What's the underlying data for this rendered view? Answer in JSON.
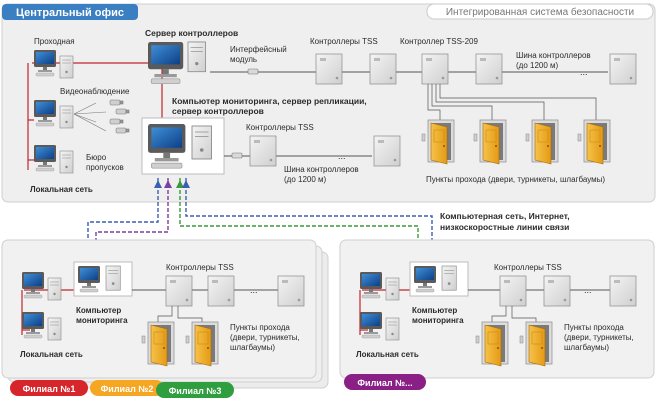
{
  "central": {
    "tab": "Центральный офис",
    "system_title": "Интегрированная система безопасности",
    "pc_checkpoint": "Проходная",
    "video": "Видеонаблюдение",
    "pass_bureau": [
      "Бюро",
      "пропусков"
    ],
    "lan": "Локальная сеть",
    "server_label": "Сервер контроллеров",
    "interface_module": [
      "Интерфейсный",
      "модуль"
    ],
    "controllers_tss": "Контроллеры TSS",
    "controller_tss209": "Контроллер TSS-209",
    "bus_top": [
      "Шина контроллеров",
      "(до 1200 м)"
    ],
    "monitor_pc": [
      "Компьютер мониторинга, сервер репликации,",
      "сервер контроллеров"
    ],
    "controllers_tss_2": "Контроллеры TSS",
    "bus_bottom": [
      "Шина контроллеров",
      "(до 1200 м)"
    ],
    "access_points": "Пункты прохода (двери, турникеты, шлагбаумы)",
    "dots": "..."
  },
  "network_label": [
    "Компьютерная сеть, Интернет,",
    "низкоскоростные линии связи"
  ],
  "branch_left": {
    "controllers": "Контроллеры TSS",
    "monitor_pc": [
      "Компьютер",
      "мониторинга"
    ],
    "access_points": [
      "Пункты прохода",
      "(двери, турникеты,",
      "шлагбаумы)"
    ],
    "lan": "Локальная сеть",
    "dots": "..."
  },
  "branch_right": {
    "controllers": "Контроллеры TSS",
    "monitor_pc": [
      "Компьютер",
      "мониторинга"
    ],
    "access_points": [
      "Пункты прохода",
      "(двери, турникеты,",
      "шлагбаумы)"
    ],
    "lan": "Локальная сеть",
    "dots": "..."
  },
  "branch_tabs": [
    {
      "label": "Филиал №1",
      "color": "#d7262b"
    },
    {
      "label": "Филиал №2",
      "color": "#f5a623"
    },
    {
      "label": "Филиал №3",
      "color": "#2e9e3e"
    },
    {
      "label": "Филиал №...",
      "color": "#8a1f86"
    }
  ],
  "colors": {
    "panel": "#eeeeee",
    "panel_border": "#cfcfcf",
    "tab_blue": "#3a7fc1",
    "red_line": "#c0262d",
    "link_blue": "#3b5fb3",
    "link_purple": "#7a3fa0",
    "link_green": "#3a9a3a",
    "door": "#f2b233"
  },
  "icon_names": [
    "computer-icon",
    "server-icon",
    "controller-box-icon",
    "camera-icon",
    "door-icon",
    "interface-module-icon"
  ]
}
